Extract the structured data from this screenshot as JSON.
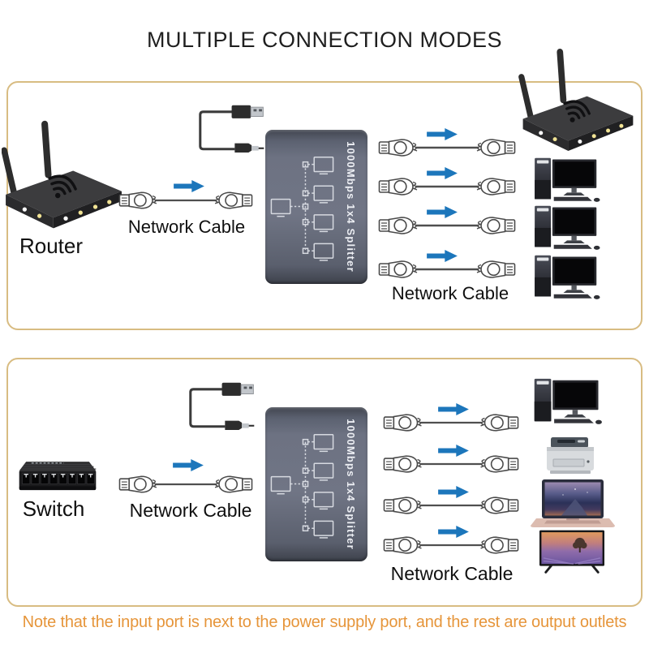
{
  "title": "MULTIPLE CONNECTION MODES",
  "note": "Note that the input port is next to the power supply port, and the rest are output outlets",
  "splitter_label": "1000Mbps 1x4 Splitter",
  "mode1": {
    "source_device": "Router",
    "input_cable": "Network Cable",
    "output_cable": "Network Cable"
  },
  "mode2": {
    "source_device": "Switch",
    "input_cable": "Network Cable",
    "output_cable": "Network Cable"
  },
  "icons": {
    "mode1_source": "wifi-router",
    "mode1_destination": "wifi-router",
    "mode1_output_devices": [
      "desktop-computer",
      "desktop-computer",
      "desktop-computer"
    ],
    "mode2_source": "ethernet-switch",
    "mode2_output_devices": [
      "desktop-computer",
      "printer",
      "laptop",
      "tv"
    ],
    "power_cable": "usb-power-cable",
    "flow_arrow": "blue-right-arrow"
  },
  "colors": {
    "panel_border": "#d8bc82",
    "arrow": "#1c76bb",
    "note_text": "#e6953a",
    "splitter_body": "#6d7282",
    "splitter_text": "#eceef3"
  }
}
